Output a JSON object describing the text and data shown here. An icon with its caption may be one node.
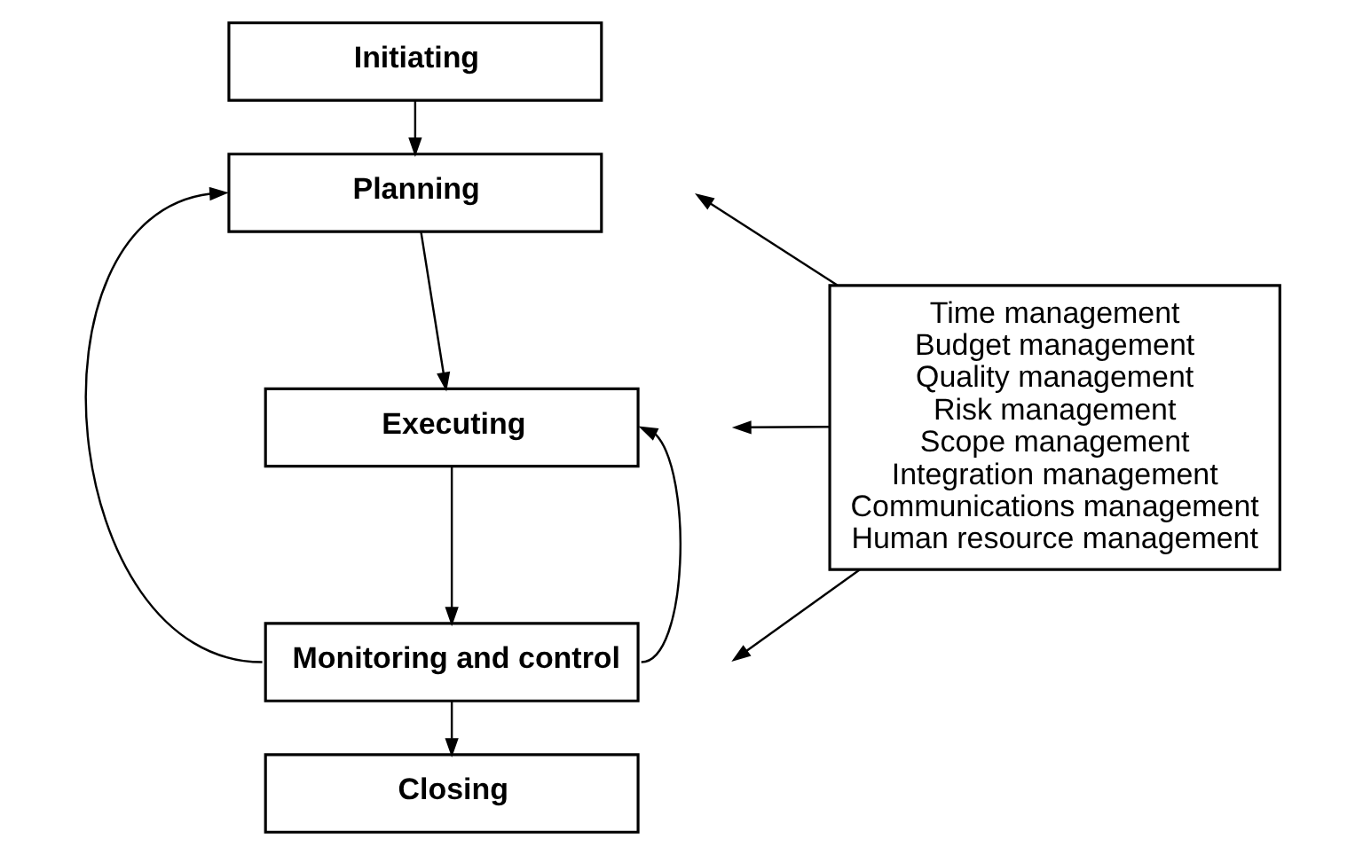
{
  "diagram": {
    "nodes": [
      {
        "text": [
          "Initiating"
        ]
      },
      {
        "text": [
          "Planning"
        ]
      },
      {
        "text": [
          "Executing"
        ]
      },
      {
        "text": [
          "Monitoring and control"
        ]
      },
      {
        "text": [
          "Closing"
        ]
      },
      {
        "text": [
          "Time management",
          "Budget management",
          "Quality management",
          "Risk management",
          "Scope management",
          "Integration management",
          "Communications management",
          "Human resource management"
        ]
      }
    ],
    "edges": [
      {
        "from": 0,
        "to": 1,
        "arrow": "to"
      },
      {
        "from": 1,
        "to": 2,
        "arrow": "to"
      },
      {
        "from": 2,
        "to": 3,
        "arrow": "to"
      },
      {
        "from": 3,
        "to": 4,
        "arrow": "to"
      },
      {
        "from": 3,
        "to": 1,
        "arrow": "to"
      },
      {
        "from": 3,
        "to": 2,
        "arrow": "to"
      },
      {
        "from": 5,
        "to": null,
        "arrow": "to"
      },
      {
        "from": 5,
        "to": null,
        "arrow": "to"
      },
      {
        "from": 5,
        "to": null,
        "arrow": "to"
      }
    ]
  }
}
